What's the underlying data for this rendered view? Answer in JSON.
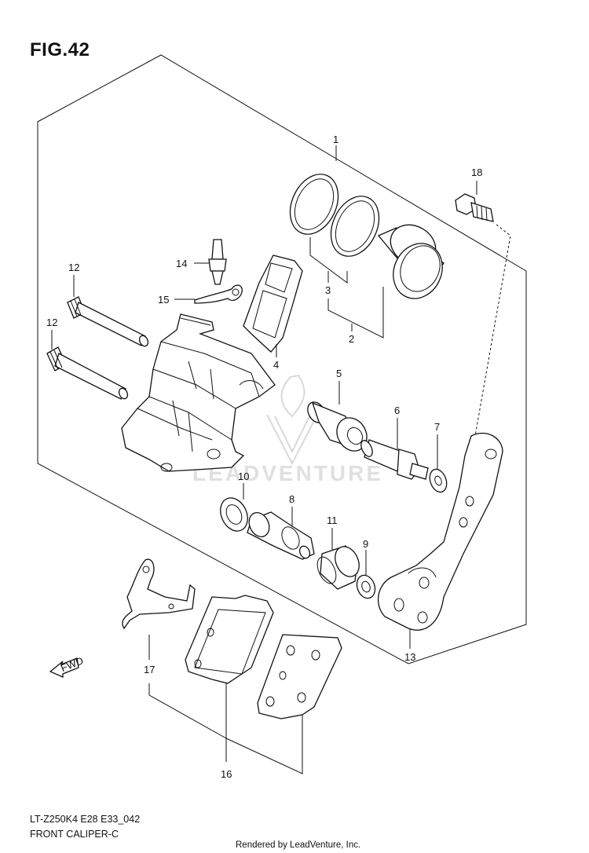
{
  "figure_title": "FIG.42",
  "model_code": "LT-Z250K4 E28 E33_042",
  "diagram_title": "FRONT CALIPER-C",
  "credit": "Rendered by LeadVenture, Inc.",
  "watermark_text": "LEADVENTURE",
  "direction_arrow_label": "FWD",
  "callouts": [
    "1",
    "2",
    "3",
    "4",
    "5",
    "6",
    "7",
    "8",
    "9",
    "10",
    "11",
    "12",
    "12",
    "13",
    "14",
    "15",
    "16",
    "17",
    "18"
  ]
}
